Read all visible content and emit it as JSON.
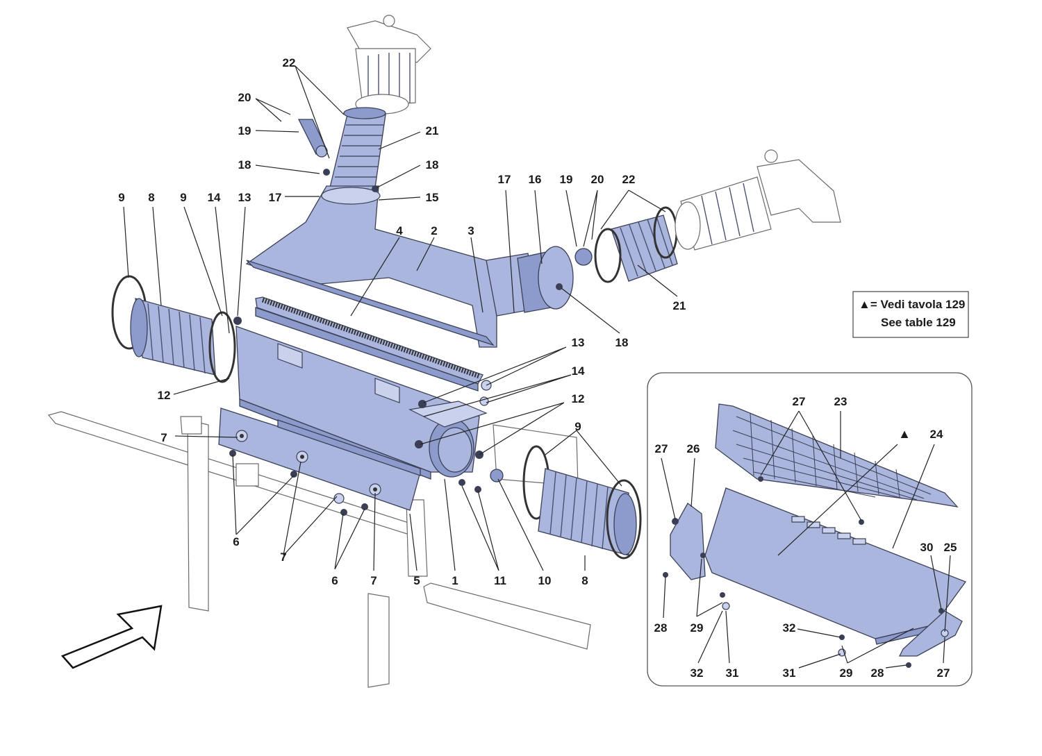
{
  "legend": {
    "line1": "▲= Vedi tavola 129",
    "line2": "See table 129"
  },
  "inset_marker": "▲",
  "callouts": [
    {
      "id": "c22a",
      "text": "22"
    },
    {
      "id": "c20a",
      "text": "20"
    },
    {
      "id": "c19a",
      "text": "19"
    },
    {
      "id": "c21a",
      "text": "21"
    },
    {
      "id": "c18a",
      "text": "18"
    },
    {
      "id": "c18b",
      "text": "18"
    },
    {
      "id": "c17a",
      "text": "17"
    },
    {
      "id": "c15",
      "text": "15"
    },
    {
      "id": "c9a",
      "text": "9"
    },
    {
      "id": "c8a",
      "text": "8"
    },
    {
      "id": "c9b",
      "text": "9"
    },
    {
      "id": "c14a",
      "text": "14"
    },
    {
      "id": "c13a",
      "text": "13"
    },
    {
      "id": "c4",
      "text": "4"
    },
    {
      "id": "c2",
      "text": "2"
    },
    {
      "id": "c3",
      "text": "3"
    },
    {
      "id": "c17b",
      "text": "17"
    },
    {
      "id": "c16",
      "text": "16"
    },
    {
      "id": "c19b",
      "text": "19"
    },
    {
      "id": "c20b",
      "text": "20"
    },
    {
      "id": "c22b",
      "text": "22"
    },
    {
      "id": "c21b",
      "text": "21"
    },
    {
      "id": "c18c",
      "text": "18"
    },
    {
      "id": "c13b",
      "text": "13"
    },
    {
      "id": "c14b",
      "text": "14"
    },
    {
      "id": "c12a",
      "text": "12"
    },
    {
      "id": "c12b",
      "text": "12"
    },
    {
      "id": "c9c",
      "text": "9"
    },
    {
      "id": "c7a",
      "text": "7"
    },
    {
      "id": "c6a",
      "text": "6"
    },
    {
      "id": "c7b",
      "text": "7"
    },
    {
      "id": "c6b",
      "text": "6"
    },
    {
      "id": "c7c",
      "text": "7"
    },
    {
      "id": "c5",
      "text": "5"
    },
    {
      "id": "c1",
      "text": "1"
    },
    {
      "id": "c11",
      "text": "11"
    },
    {
      "id": "c10",
      "text": "10"
    },
    {
      "id": "c8b",
      "text": "8"
    },
    {
      "id": "c27a",
      "text": "27"
    },
    {
      "id": "c23",
      "text": "23"
    },
    {
      "id": "c27b",
      "text": "27"
    },
    {
      "id": "c26",
      "text": "26"
    },
    {
      "id": "c24",
      "text": "24"
    },
    {
      "id": "c30",
      "text": "30"
    },
    {
      "id": "c25",
      "text": "25"
    },
    {
      "id": "c28a",
      "text": "28"
    },
    {
      "id": "c29a",
      "text": "29"
    },
    {
      "id": "c32a",
      "text": "32"
    },
    {
      "id": "c32b",
      "text": "32"
    },
    {
      "id": "c31a",
      "text": "31"
    },
    {
      "id": "c31b",
      "text": "31"
    },
    {
      "id": "c29b",
      "text": "29"
    },
    {
      "id": "c28b",
      "text": "28"
    },
    {
      "id": "c27c",
      "text": "27"
    }
  ]
}
